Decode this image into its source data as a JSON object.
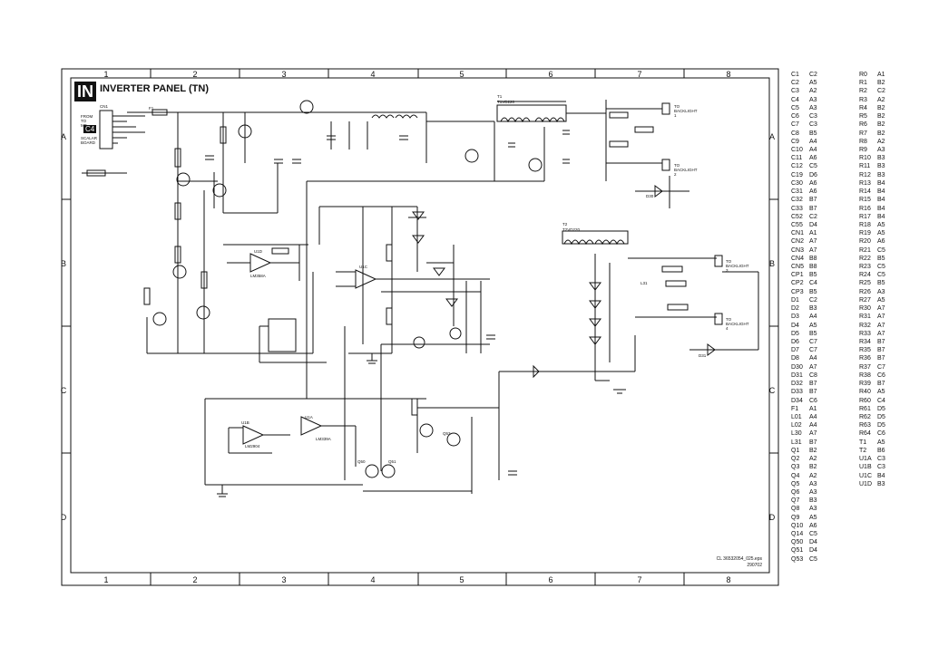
{
  "title": {
    "code": "IN",
    "text": "INVERTER PANEL (TN)"
  },
  "columns": [
    "1",
    "2",
    "3",
    "4",
    "5",
    "6",
    "7",
    "8"
  ],
  "rows": [
    "A",
    "B",
    "C",
    "D"
  ],
  "footer": {
    "file": "CL 36532054_025.eps",
    "date": "290702"
  },
  "component_labels": [
    "CN1",
    "TO BACKLIGHT 1",
    "TO BACKLIGHT 2",
    "TO BACKLIGHT 3",
    "TO BACKLIGHT 4",
    "F1",
    "T1",
    "T2",
    "U1A",
    "U1B",
    "U1C",
    "U1D",
    "FROM TO MB",
    "C4",
    "SCALAR BOARD",
    "L31",
    "D30",
    "D31",
    "LM2904",
    "LM339A",
    "LM358A",
    "Q50",
    "Q51",
    "Q53",
    "T1VD220",
    "T2VD220"
  ],
  "reference_list_left": [
    [
      "C1",
      "C2"
    ],
    [
      "C2",
      "A5"
    ],
    [
      "C3",
      "A2"
    ],
    [
      "C4",
      "A3"
    ],
    [
      "C5",
      "A3"
    ],
    [
      "C6",
      "C3"
    ],
    [
      "C7",
      "C3"
    ],
    [
      "C8",
      "B5"
    ],
    [
      "C9",
      "A4"
    ],
    [
      "C10",
      "A4"
    ],
    [
      "C11",
      "A6"
    ],
    [
      "C12",
      "C5"
    ],
    [
      "C19",
      "D6"
    ],
    [
      "C30",
      "A6"
    ],
    [
      "C31",
      "A6"
    ],
    [
      "C32",
      "B7"
    ],
    [
      "C33",
      "B7"
    ],
    [
      "C52",
      "C2"
    ],
    [
      "C55",
      "D4"
    ],
    [
      "CN1",
      "A1"
    ],
    [
      "CN2",
      "A7"
    ],
    [
      "CN3",
      "A7"
    ],
    [
      "CN4",
      "B8"
    ],
    [
      "CN5",
      "B8"
    ],
    [
      "CP1",
      "B5"
    ],
    [
      "CP2",
      "C4"
    ],
    [
      "CP3",
      "B5"
    ],
    [
      "D1",
      "C2"
    ],
    [
      "D2",
      "B3"
    ],
    [
      "D3",
      "A4"
    ],
    [
      "D4",
      "A5"
    ],
    [
      "D5",
      "B5"
    ],
    [
      "D6",
      "C7"
    ],
    [
      "D7",
      "C7"
    ],
    [
      "D8",
      "A4"
    ],
    [
      "D30",
      "A7"
    ],
    [
      "D31",
      "C8"
    ],
    [
      "D32",
      "B7"
    ],
    [
      "D33",
      "B7"
    ],
    [
      "D34",
      "C6"
    ],
    [
      "F1",
      "A1"
    ],
    [
      "L01",
      "A4"
    ],
    [
      "L02",
      "A4"
    ],
    [
      "L30",
      "A7"
    ],
    [
      "L31",
      "B7"
    ],
    [
      "Q1",
      "B2"
    ],
    [
      "Q2",
      "A2"
    ],
    [
      "Q3",
      "B2"
    ],
    [
      "Q4",
      "A2"
    ],
    [
      "Q5",
      "A3"
    ],
    [
      "Q6",
      "A3"
    ],
    [
      "Q7",
      "B3"
    ],
    [
      "Q8",
      "A3"
    ],
    [
      "Q9",
      "A5"
    ],
    [
      "Q10",
      "A6"
    ],
    [
      "Q14",
      "C5"
    ],
    [
      "Q50",
      "D4"
    ],
    [
      "Q51",
      "D4"
    ],
    [
      "Q53",
      "C5"
    ]
  ],
  "reference_list_right": [
    [
      "R0",
      "A1"
    ],
    [
      "R1",
      "B2"
    ],
    [
      "R2",
      "C2"
    ],
    [
      "R3",
      "A2"
    ],
    [
      "R4",
      "B2"
    ],
    [
      "R5",
      "B2"
    ],
    [
      "R6",
      "B2"
    ],
    [
      "R7",
      "B2"
    ],
    [
      "R8",
      "A2"
    ],
    [
      "R9",
      "A3"
    ],
    [
      "R10",
      "B3"
    ],
    [
      "R11",
      "B3"
    ],
    [
      "R12",
      "B3"
    ],
    [
      "R13",
      "B4"
    ],
    [
      "R14",
      "B4"
    ],
    [
      "R15",
      "B4"
    ],
    [
      "R16",
      "B4"
    ],
    [
      "R17",
      "B4"
    ],
    [
      "R18",
      "A5"
    ],
    [
      "R19",
      "A5"
    ],
    [
      "R20",
      "A6"
    ],
    [
      "R21",
      "C5"
    ],
    [
      "R22",
      "B5"
    ],
    [
      "R23",
      "C5"
    ],
    [
      "R24",
      "C5"
    ],
    [
      "R25",
      "B5"
    ],
    [
      "R26",
      "A3"
    ],
    [
      "R27",
      "A5"
    ],
    [
      "R30",
      "A7"
    ],
    [
      "R31",
      "A7"
    ],
    [
      "R32",
      "A7"
    ],
    [
      "R33",
      "A7"
    ],
    [
      "R34",
      "B7"
    ],
    [
      "R35",
      "B7"
    ],
    [
      "R36",
      "B7"
    ],
    [
      "R37",
      "C7"
    ],
    [
      "R38",
      "C6"
    ],
    [
      "R39",
      "B7"
    ],
    [
      "R40",
      "A5"
    ],
    [
      "R60",
      "C4"
    ],
    [
      "R61",
      "D5"
    ],
    [
      "R62",
      "D5"
    ],
    [
      "R63",
      "D5"
    ],
    [
      "R64",
      "C6"
    ],
    [
      "T1",
      "A5"
    ],
    [
      "T2",
      "B6"
    ],
    [
      "U1A",
      "C3"
    ],
    [
      "U1B",
      "C3"
    ],
    [
      "U1C",
      "B4"
    ],
    [
      "U1D",
      "B3"
    ]
  ]
}
